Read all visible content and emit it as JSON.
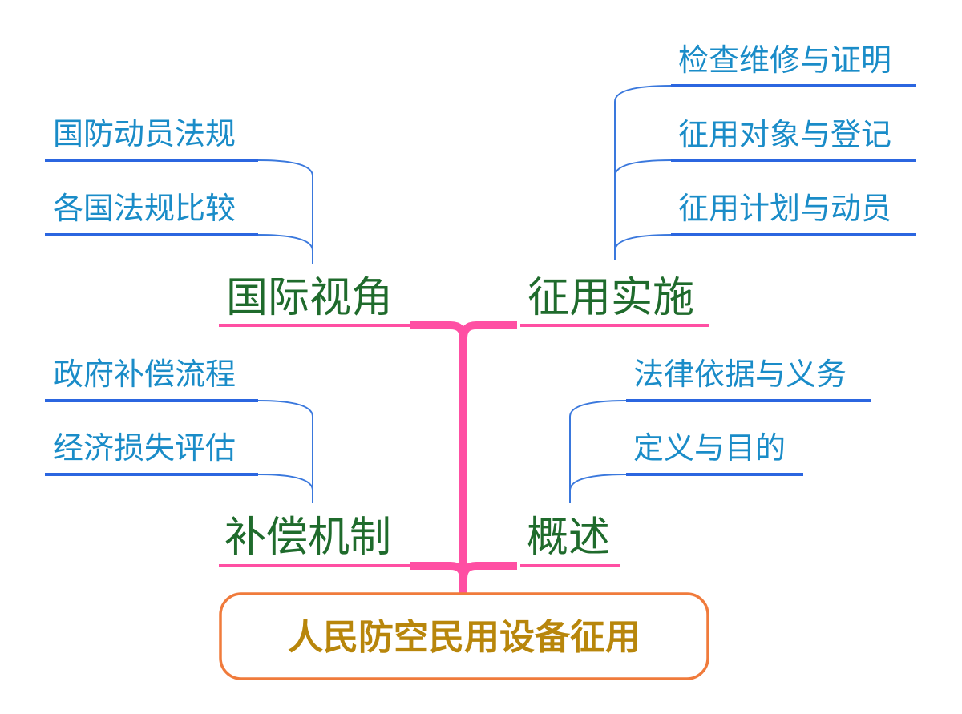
{
  "root": {
    "label": "人民防空民用设备征用"
  },
  "branches": {
    "intl": {
      "label": "国际视角",
      "children": [
        "国防动员法规",
        "各国法规比较"
      ]
    },
    "impl": {
      "label": "征用实施",
      "children": [
        "检查维修与证明",
        "征用对象与登记",
        "征用计划与动员"
      ]
    },
    "comp": {
      "label": "补偿机制",
      "children": [
        "政府补偿流程",
        "经济损失评估"
      ]
    },
    "overview": {
      "label": "概述",
      "children": [
        "法律依据与义务",
        "定义与目的"
      ]
    }
  },
  "colors": {
    "trunk": "#ff4fa3",
    "leaf_line": "#2b66e0",
    "leaf_connector": "#3a78dd",
    "leaf_text": "#1a8cc8",
    "branch_text": "#1f6b2c",
    "root_text": "#b8860b",
    "root_border": "#f07b3c"
  }
}
